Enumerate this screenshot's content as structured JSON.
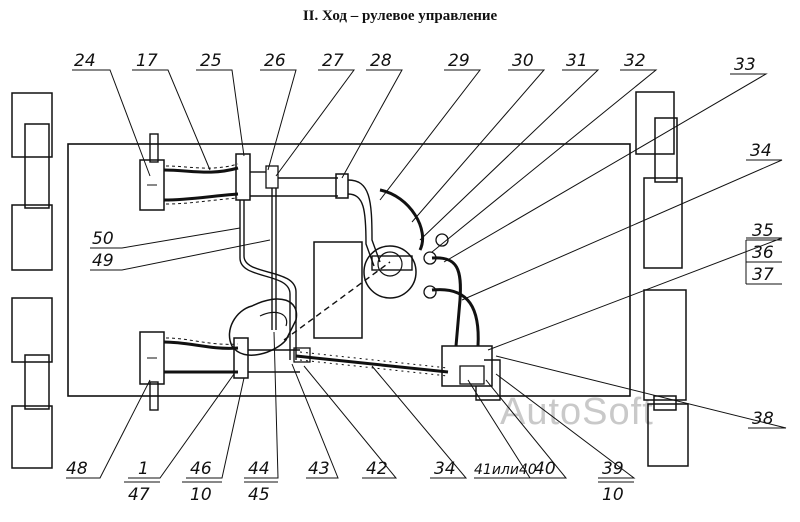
{
  "title": "II. Ход – рулевое управление",
  "watermark": "AutoSoft",
  "callouts": [
    {
      "id": "c24",
      "text": "24"
    },
    {
      "id": "c17",
      "text": "17"
    },
    {
      "id": "c25",
      "text": "25"
    },
    {
      "id": "c26",
      "text": "26"
    },
    {
      "id": "c27",
      "text": "27"
    },
    {
      "id": "c28",
      "text": "28"
    },
    {
      "id": "c29",
      "text": "29"
    },
    {
      "id": "c30",
      "text": "30"
    },
    {
      "id": "c31",
      "text": "31"
    },
    {
      "id": "c32",
      "text": "32"
    },
    {
      "id": "c33",
      "text": "33"
    },
    {
      "id": "c34a",
      "text": "34"
    },
    {
      "id": "c35",
      "text": "35"
    },
    {
      "id": "c36",
      "text": "36"
    },
    {
      "id": "c37",
      "text": "37"
    },
    {
      "id": "c50",
      "text": "50"
    },
    {
      "id": "c49",
      "text": "49"
    },
    {
      "id": "c38",
      "text": "38"
    },
    {
      "id": "c48",
      "text": "48"
    },
    {
      "id": "c1",
      "text": "1"
    },
    {
      "id": "c47",
      "text": "47"
    },
    {
      "id": "c46",
      "text": "46"
    },
    {
      "id": "c10a",
      "text": "10"
    },
    {
      "id": "c44",
      "text": "44"
    },
    {
      "id": "c45",
      "text": "45"
    },
    {
      "id": "c43",
      "text": "43"
    },
    {
      "id": "c42",
      "text": "42"
    },
    {
      "id": "c34b",
      "text": "34"
    },
    {
      "id": "c41",
      "text": "41или40"
    },
    {
      "id": "c40",
      "text": "40"
    },
    {
      "id": "c39",
      "text": "39"
    },
    {
      "id": "c10b",
      "text": "10"
    }
  ]
}
